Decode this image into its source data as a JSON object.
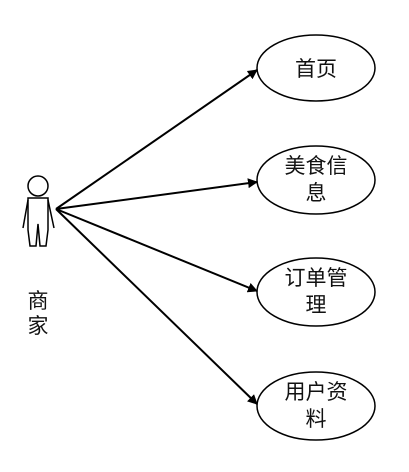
{
  "diagram": {
    "actor": {
      "name_line1": "商",
      "name_line2": "家"
    },
    "use_cases": [
      {
        "line1": "首页",
        "line2": ""
      },
      {
        "line1": "美食信",
        "line2": "息"
      },
      {
        "line1": "订单管",
        "line2": "理"
      },
      {
        "line1": "用户资",
        "line2": "料"
      }
    ],
    "colors": {
      "stroke": "#000000",
      "text": "#111111",
      "background": "#ffffff"
    }
  }
}
